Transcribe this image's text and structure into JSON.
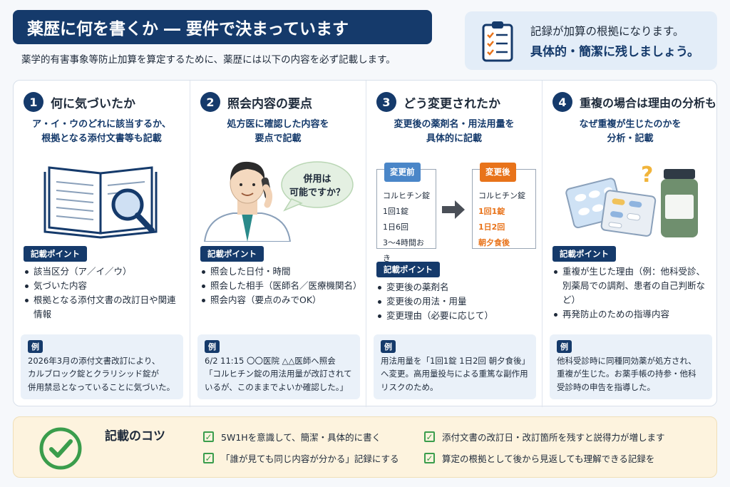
{
  "header": {
    "title": "薬歴に何を書くか ― 要件で決まっています",
    "subtitle": "薬学的有害事象等防止加算を算定するために、薬歴には以下の内容を必ず記載します。",
    "note_line1": "記録が加算の根拠になります。",
    "note_line2": "具体的・簡潔に残しましょう。"
  },
  "point_tag": "記載ポイント",
  "example_label": "例",
  "columns": [
    {
      "number": "1",
      "title": "何に気づいたか",
      "desc": [
        "ア・イ・ウのどれに該当するか、",
        "根拠となる添付文書等も記載"
      ],
      "bullets": [
        "該当区分（ア／イ／ウ）",
        "気づいた内容",
        "根拠となる添付文書の改訂日や関連情報"
      ],
      "example": [
        "2026年3月の添付文書改訂により、",
        "カルブロック錠とクラリシッド錠が",
        "併用禁忌となっていることに気づいた。"
      ]
    },
    {
      "number": "2",
      "title": "照会内容の要点",
      "desc": [
        "処方医に確認した内容を",
        "要点で記載"
      ],
      "speech": [
        "併用は",
        "可能ですか？"
      ],
      "bullets": [
        "照会した日付・時間",
        "照会した相手（医師名／医療機関名）",
        "照会内容（要点のみでOK）"
      ],
      "example": [
        "6/2 11:15 〇〇医院 △△医師へ照会",
        "「コルヒチン錠の用法用量が改訂されて",
        "いるが、このままでよいか確認した。」"
      ]
    },
    {
      "number": "3",
      "title": "どう変更されたか",
      "desc": [
        "変更後の薬剤名・用法用量を",
        "具体的に記載"
      ],
      "before": {
        "label": "変更前",
        "drug": "コルヒチン錠",
        "lines": [
          "1回1錠",
          "1日6回",
          "3～4時間おき"
        ]
      },
      "after": {
        "label": "変更後",
        "drug": "コルヒチン錠",
        "lines": [
          "1回1錠",
          "1日2回",
          "朝夕食後"
        ]
      },
      "bullets": [
        "変更後の薬剤名",
        "変更後の用法・用量",
        "変更理由（必要に応じて）"
      ],
      "example": [
        "用法用量を「1回1錠 1日2回 朝夕食後」",
        "へ変更。高用量投与による重篤な副作用",
        "リスクのため。"
      ]
    },
    {
      "number": "4",
      "title": "重複の場合は理由の分析も",
      "desc": [
        "なぜ重複が生じたのかを",
        "分析・記載"
      ],
      "bullets": [
        "重複が生じた理由（例：他科受診、別薬局での調剤、患者の自己判断など）",
        "再発防止のための指導内容"
      ],
      "example": [
        "他科受診時に同種同効薬が処方され、",
        "重複が生じた。お薬手帳の持参・他科",
        "受診時の申告を指導した。"
      ]
    }
  ],
  "tips": {
    "title": "記載のコツ",
    "items": [
      "5W1Hを意識して、簡潔・具体的に書く",
      "添付文書の改訂日・改訂箇所を残すと説得力が増します",
      "「誰が見ても同じ内容が分かる」記録にする",
      "算定の根拠として後から見返しても理解できる記録を"
    ]
  },
  "colors": {
    "navy": "#153a6b",
    "orange": "#e8731a",
    "before_blue": "#4a86c8",
    "check_green": "#3a9d4c"
  },
  "icons": [
    "clipboard-check-icon",
    "open-book-magnifier-icon",
    "pharmacist-phone-icon",
    "arrow-right-icon",
    "pill-bottle-question-icon",
    "check-circle-icon"
  ]
}
